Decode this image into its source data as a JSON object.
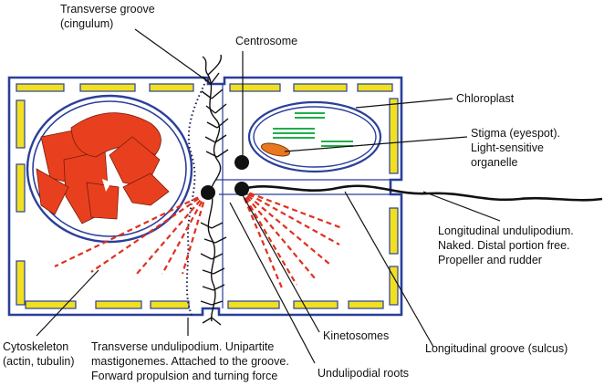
{
  "labels": {
    "transverse_groove": [
      "Transverse groove",
      "(cingulum)"
    ],
    "centrosome": [
      "Centrosome"
    ],
    "chloroplast": [
      "Chloroplast"
    ],
    "stigma": [
      "Stigma (eyespot).",
      "Light-sensitive",
      "organelle"
    ],
    "longitudinal_undulipodium": [
      "Longitudinal undulipodium.",
      "Naked. Distal portion free.",
      "Propeller and rudder"
    ],
    "kinetosomes": [
      "Kinetosomes"
    ],
    "longitudinal_groove": [
      "Longitudinal groove (sulcus)"
    ],
    "cytoskeleton": [
      "Cytoskeleton",
      "(actin, tubulin)"
    ],
    "transverse_undulipodium": [
      "Transverse undulipodium. Unipartite",
      "mastigonemes. Attached to the groove.",
      "Forward propulsion and turning force"
    ],
    "undulipodial_roots": [
      "Undulipodial roots"
    ]
  },
  "colors": {
    "membrane": "#2a3f9a",
    "plates": "#f0e020",
    "nucleus_chromatin": "#e8401e",
    "thylakoid": "#1fae4a",
    "stigma": "#e87820",
    "roots": "#e0301e",
    "lines": "#111111"
  }
}
